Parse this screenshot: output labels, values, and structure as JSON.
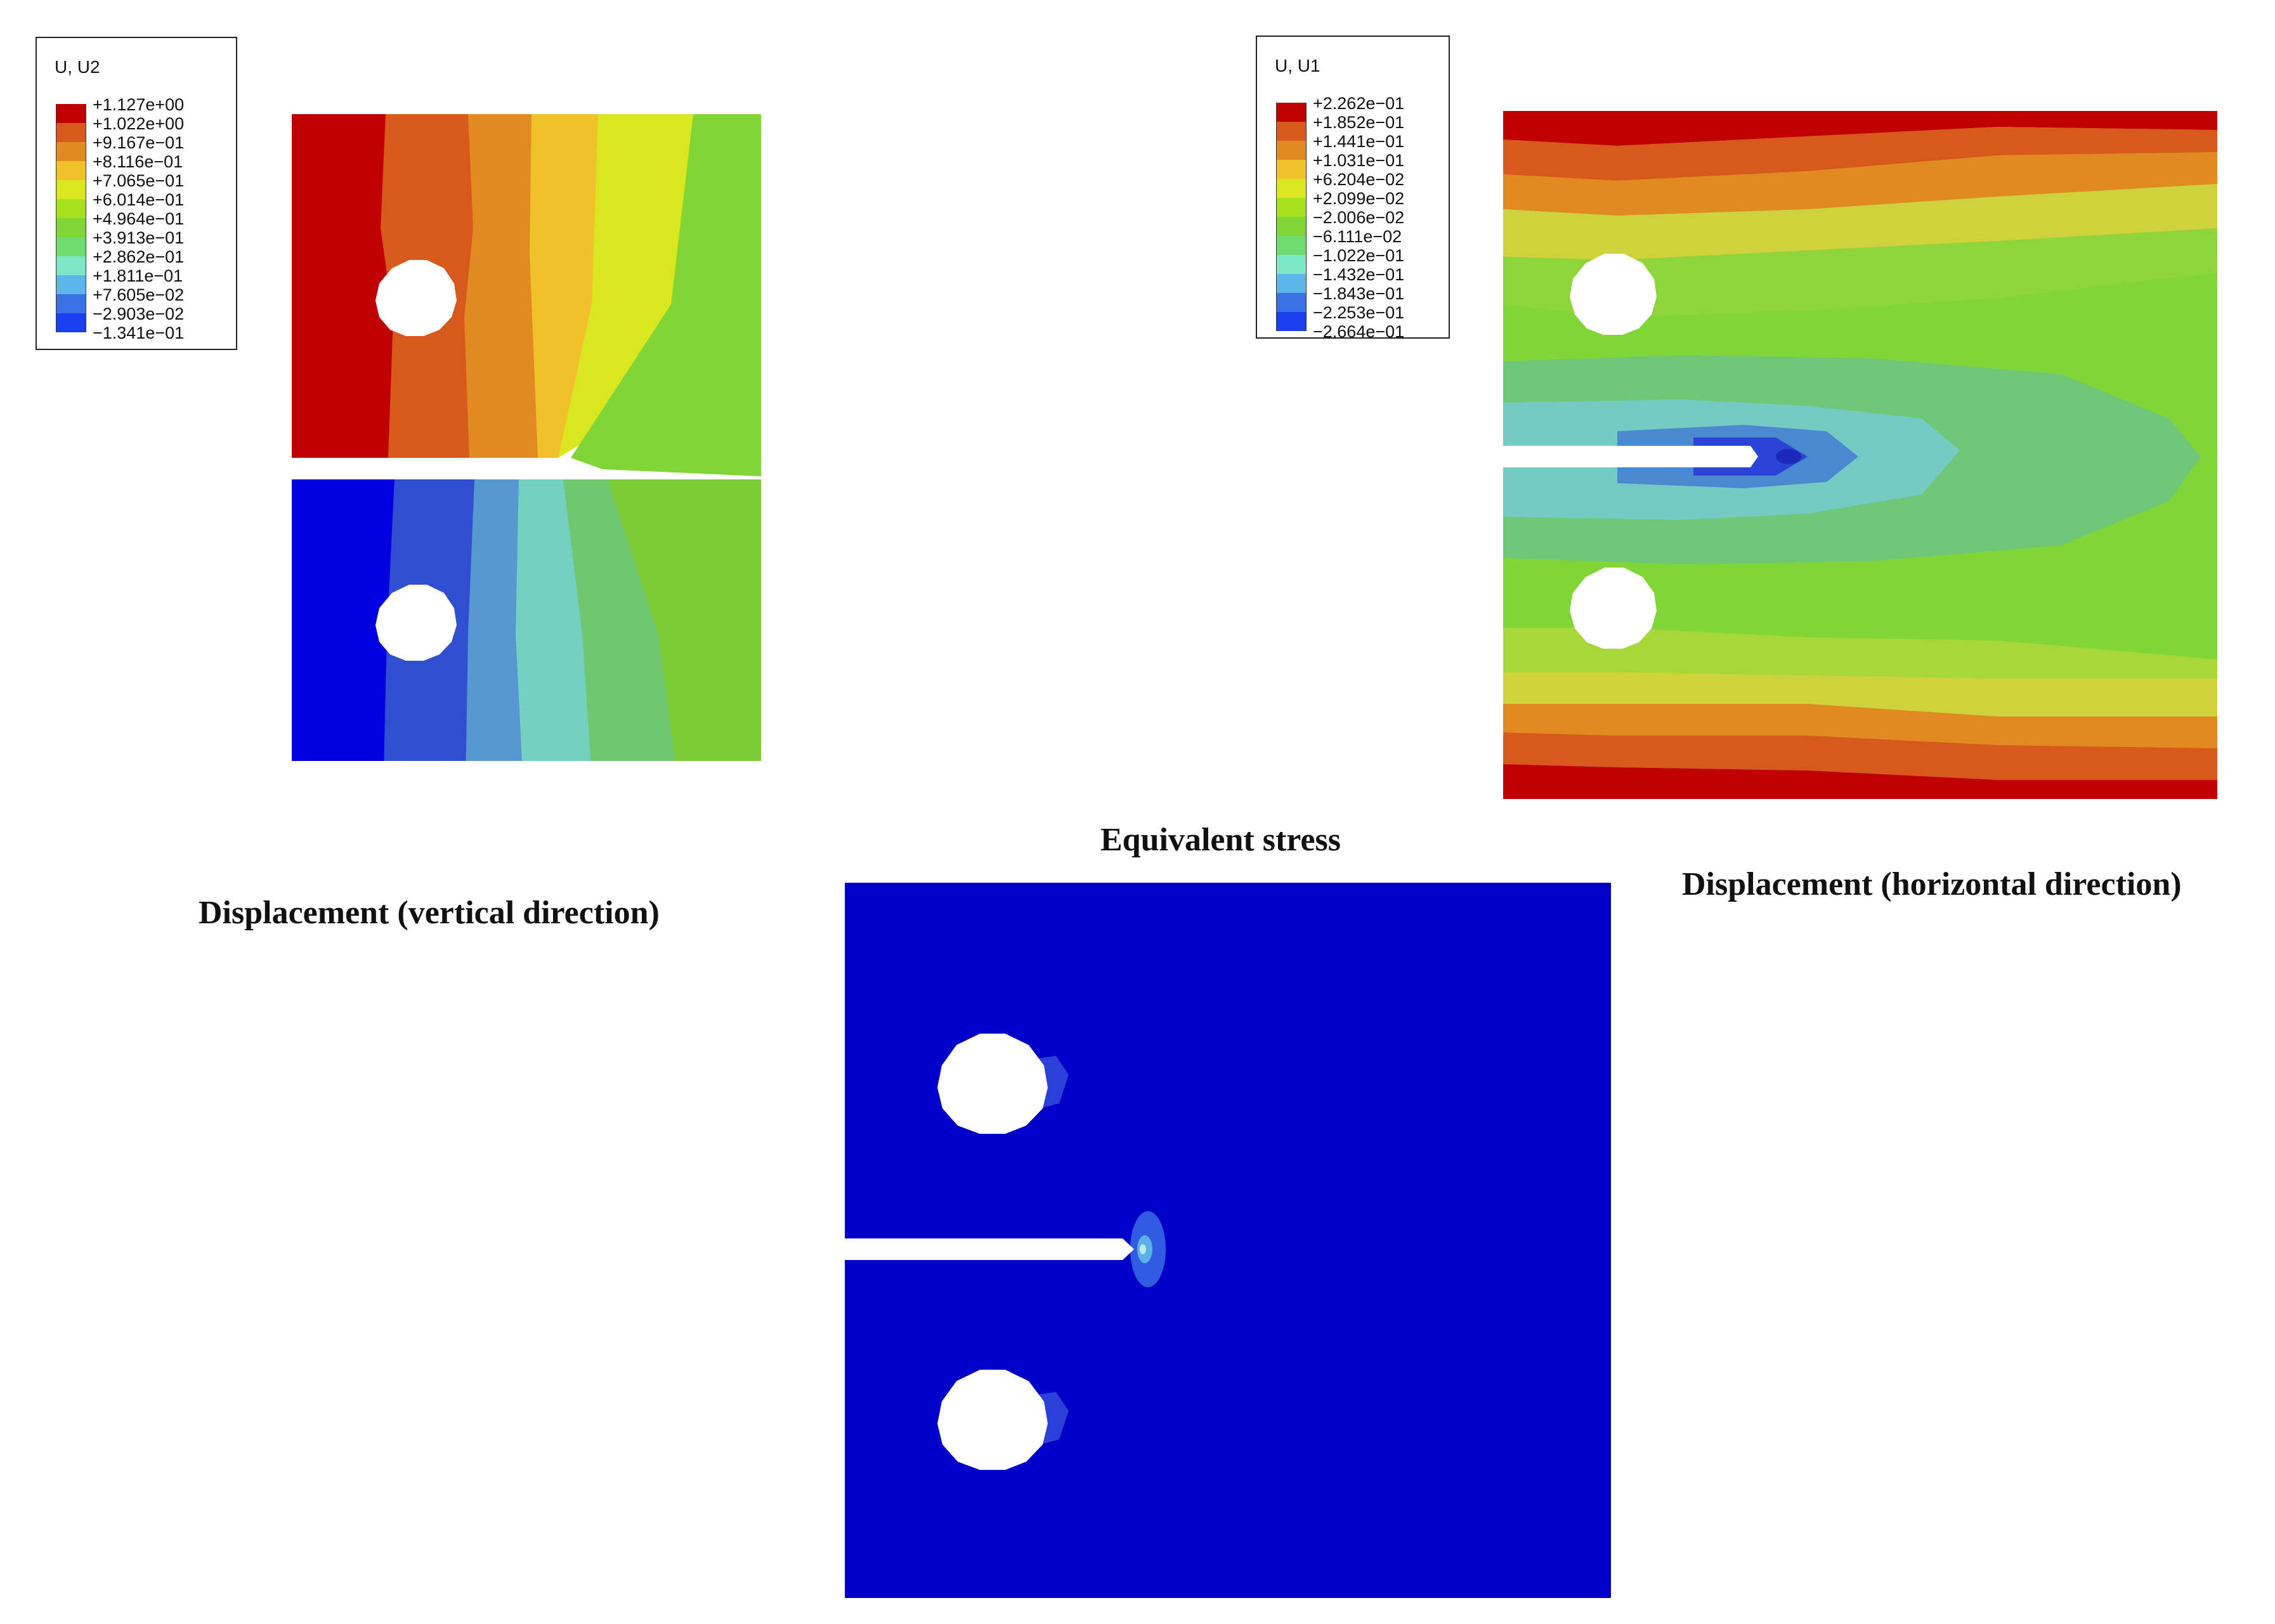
{
  "captions": {
    "vertical": "Displacement (vertical direction)",
    "horizontal": "Displacement (horizontal direction)",
    "stress": "Equivalent stress"
  },
  "legend_u2": {
    "title": "U, U2",
    "labels": [
      "+1.127e+00",
      "+1.022e+00",
      "+9.167e−01",
      "+8.116e−01",
      "+7.065e−01",
      "+6.014e−01",
      "+4.964e−01",
      "+3.913e−01",
      "+2.862e−01",
      "+1.811e−01",
      "+7.605e−02",
      "−2.903e−02",
      "−1.341e−01"
    ]
  },
  "legend_u1": {
    "title": "U, U1",
    "labels": [
      "+2.262e−01",
      "+1.852e−01",
      "+1.441e−01",
      "+1.031e−01",
      "+6.204e−02",
      "+2.099e−02",
      "−2.006e−02",
      "−6.111e−02",
      "−1.022e−01",
      "−1.432e−01",
      "−1.843e−01",
      "−2.253e−01",
      "−2.664e−01"
    ]
  },
  "colors": {
    "contour": [
      "#c00000",
      "#d9581c",
      "#e28a22",
      "#f0c12a",
      "#d9e81e",
      "#a7e01e",
      "#80d636",
      "#6fdc6f",
      "#7de8c8",
      "#5ab7e8",
      "#3a72e6",
      "#1a3ff0",
      "#0000e8"
    ],
    "stress_bg": "#0000c8"
  }
}
